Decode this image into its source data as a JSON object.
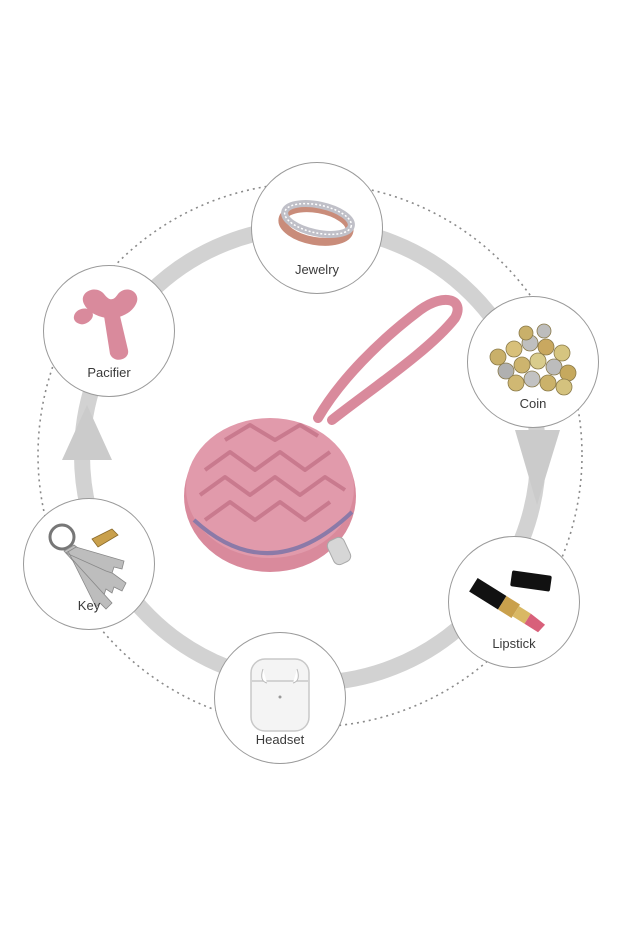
{
  "items": [
    {
      "label": "Jewelry",
      "icon": "rings-icon"
    },
    {
      "label": "Coin",
      "icon": "coins-icon"
    },
    {
      "label": "Lipstick",
      "icon": "lipstick-icon"
    },
    {
      "label": "Headset",
      "icon": "earbuds-case-icon"
    },
    {
      "label": "Key",
      "icon": "keys-icon"
    },
    {
      "label": "Pacifier",
      "icon": "pacifier-icon"
    }
  ],
  "colors": {
    "pouch": "#d98a9c",
    "pouch_dark": "#c67488",
    "ring_arrow": "#cfcfcf",
    "dotted_ring": "#8a8a8a"
  }
}
